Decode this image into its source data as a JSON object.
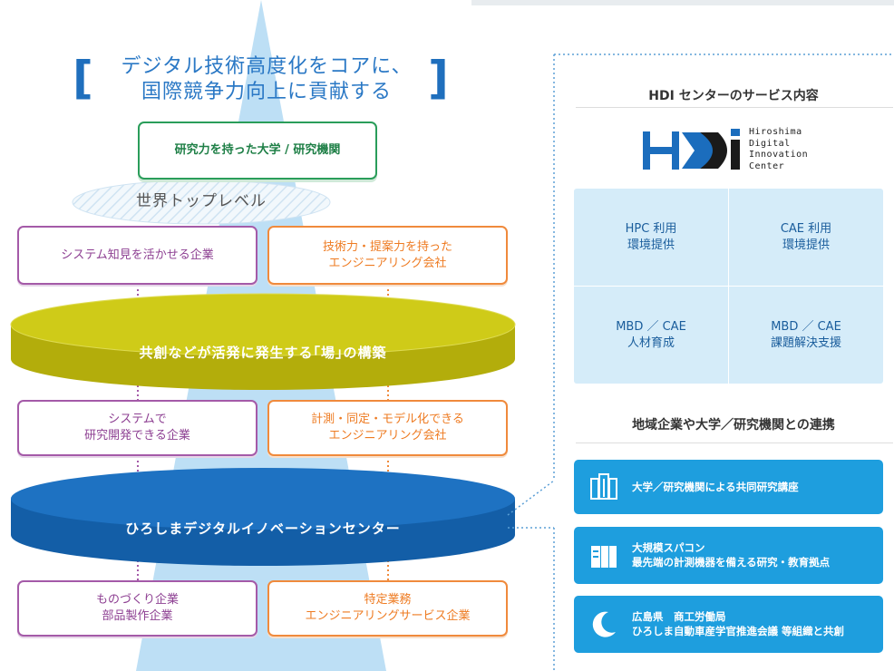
{
  "headline": {
    "bracket_left": "[",
    "bracket_right": "]",
    "line1": "デジタル技術高度化をコアに、",
    "line2": "国際競争力向上に貢献する"
  },
  "pyramid": {
    "top_box": "研究力を持った大学 / 研究機関",
    "world_top_label": "世界トップレベル",
    "row1": {
      "left": "システム知見を活かせる企業",
      "right": "技術力・提案力を持った\nエンジニアリング会社"
    },
    "disc1_label": "共創などが活発に発生する｢場｣の構築",
    "row2": {
      "left": "システムで\n研究開発できる企業",
      "right": "計測・同定・モデル化できる\nエンジニアリング会社"
    },
    "disc2_label": "ひろしまデジタルイノベーションセンター",
    "row3": {
      "left": "ものづくり企業\n部品製作企業",
      "right": "特定業務\nエンジニアリングサービス企業"
    }
  },
  "panel": {
    "services_title": "HDI センターのサービス内容",
    "logo": {
      "mark": "HDI",
      "lines": [
        "Hiroshima",
        "Digital",
        "Innovation",
        "Center"
      ]
    },
    "services": [
      "HPC 利用\n環境提供",
      "CAE 利用\n環境提供",
      "MBD ／ CAE\n人材育成",
      "MBD ／ CAE\n課題解決支援"
    ],
    "partners_title": "地域企業や大学／研究機関との連携",
    "partners": [
      {
        "icon": "building-icon",
        "text": "大学／研究機関による共同研究講座"
      },
      {
        "icon": "server-icon",
        "text": "大規模スパコン\n最先端の計測機器を備える研究・教育拠点"
      },
      {
        "icon": "crescent-icon",
        "text": "広島県　商工労働局\nひろしま自動車産学官推進会議 等組織と共創"
      }
    ]
  },
  "colors": {
    "purple": "#a45aa8",
    "orange": "#f08a3c",
    "green": "#2a9d5a",
    "olive": "#c9c50f",
    "blue": "#1b6dbd",
    "light_blue": "#1e9ede"
  }
}
